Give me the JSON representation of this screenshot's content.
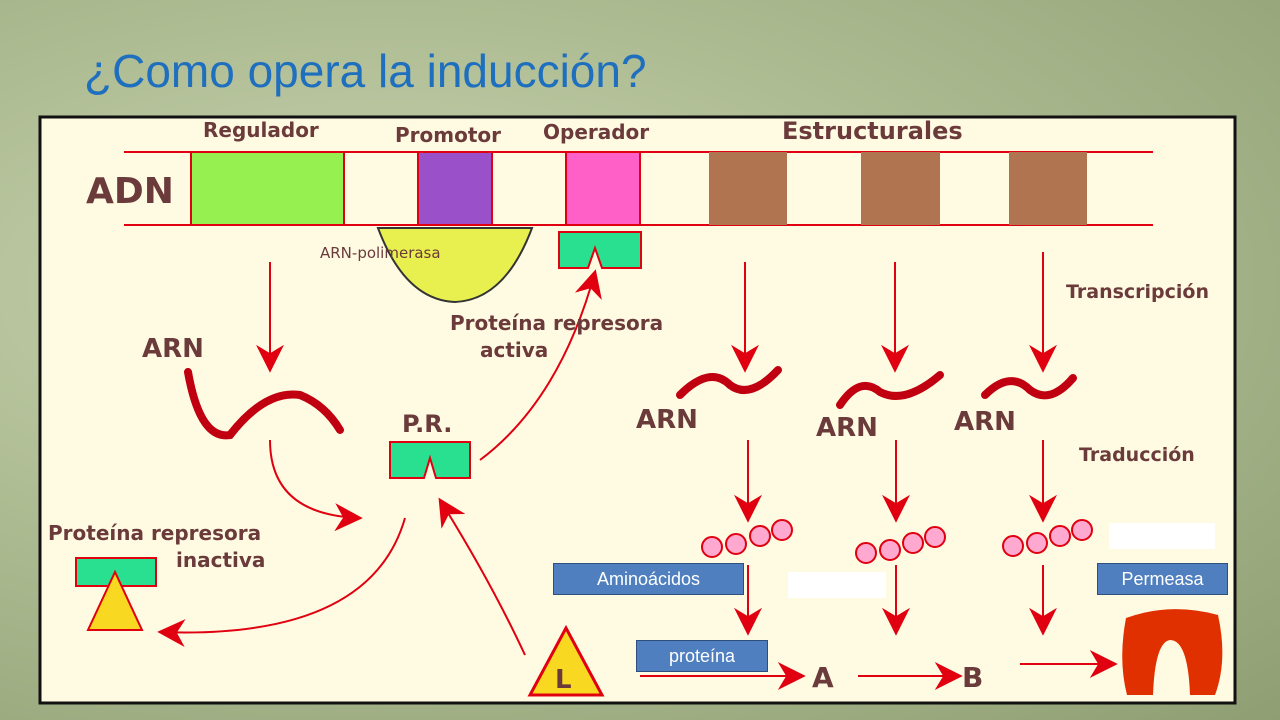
{
  "title": "¿Como opera la inducción?",
  "diagram": {
    "adn": "ADN",
    "regulador": "Regulador",
    "promotor": "Promotor",
    "operador": "Operador",
    "estructurales": "Estructurales",
    "arn_polimerasa": "ARN-polimerasa",
    "arn": "ARN",
    "transcripcion": "Transcripción",
    "traduccion": "Traducción",
    "proteina_represora_activa_1": "Proteína represora",
    "proteina_represora_activa_2": "activa",
    "pr": "P.R.",
    "proteina_represora_inactiva_1": "Proteína represora",
    "proteina_represora_inactiva_2": "inactiva",
    "inductor": "L",
    "a": "A",
    "b": "B"
  },
  "labels": {
    "aminoacidos": "Aminoácidos",
    "proteina": "proteína",
    "permeasa": "Permeasa"
  },
  "colors": {
    "regulador": "#95f050",
    "promotor": "#9a50c8",
    "operador": "#ff60c8",
    "estructural": "#b07450",
    "represor": "#28e090",
    "arrow": "#e00010"
  }
}
